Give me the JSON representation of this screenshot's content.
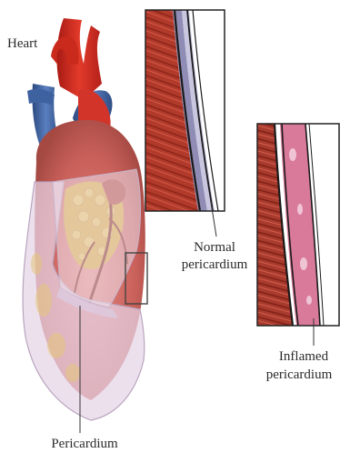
{
  "labels": {
    "heart": "Heart",
    "normal_line1": "Normal",
    "normal_line2": "pericardium",
    "inflamed_line1": "Inflamed",
    "inflamed_line2": "pericardium",
    "pericardium": "Pericardium"
  },
  "colors": {
    "aorta_red": "#d62a1e",
    "vein_blue": "#3d5f9a",
    "muscle": "#b8402f",
    "fat": "#d9a537",
    "sac": "#e8d9ea",
    "normal_layer": "#a9a8c8",
    "inflamed_layer": "#d97a9a"
  }
}
